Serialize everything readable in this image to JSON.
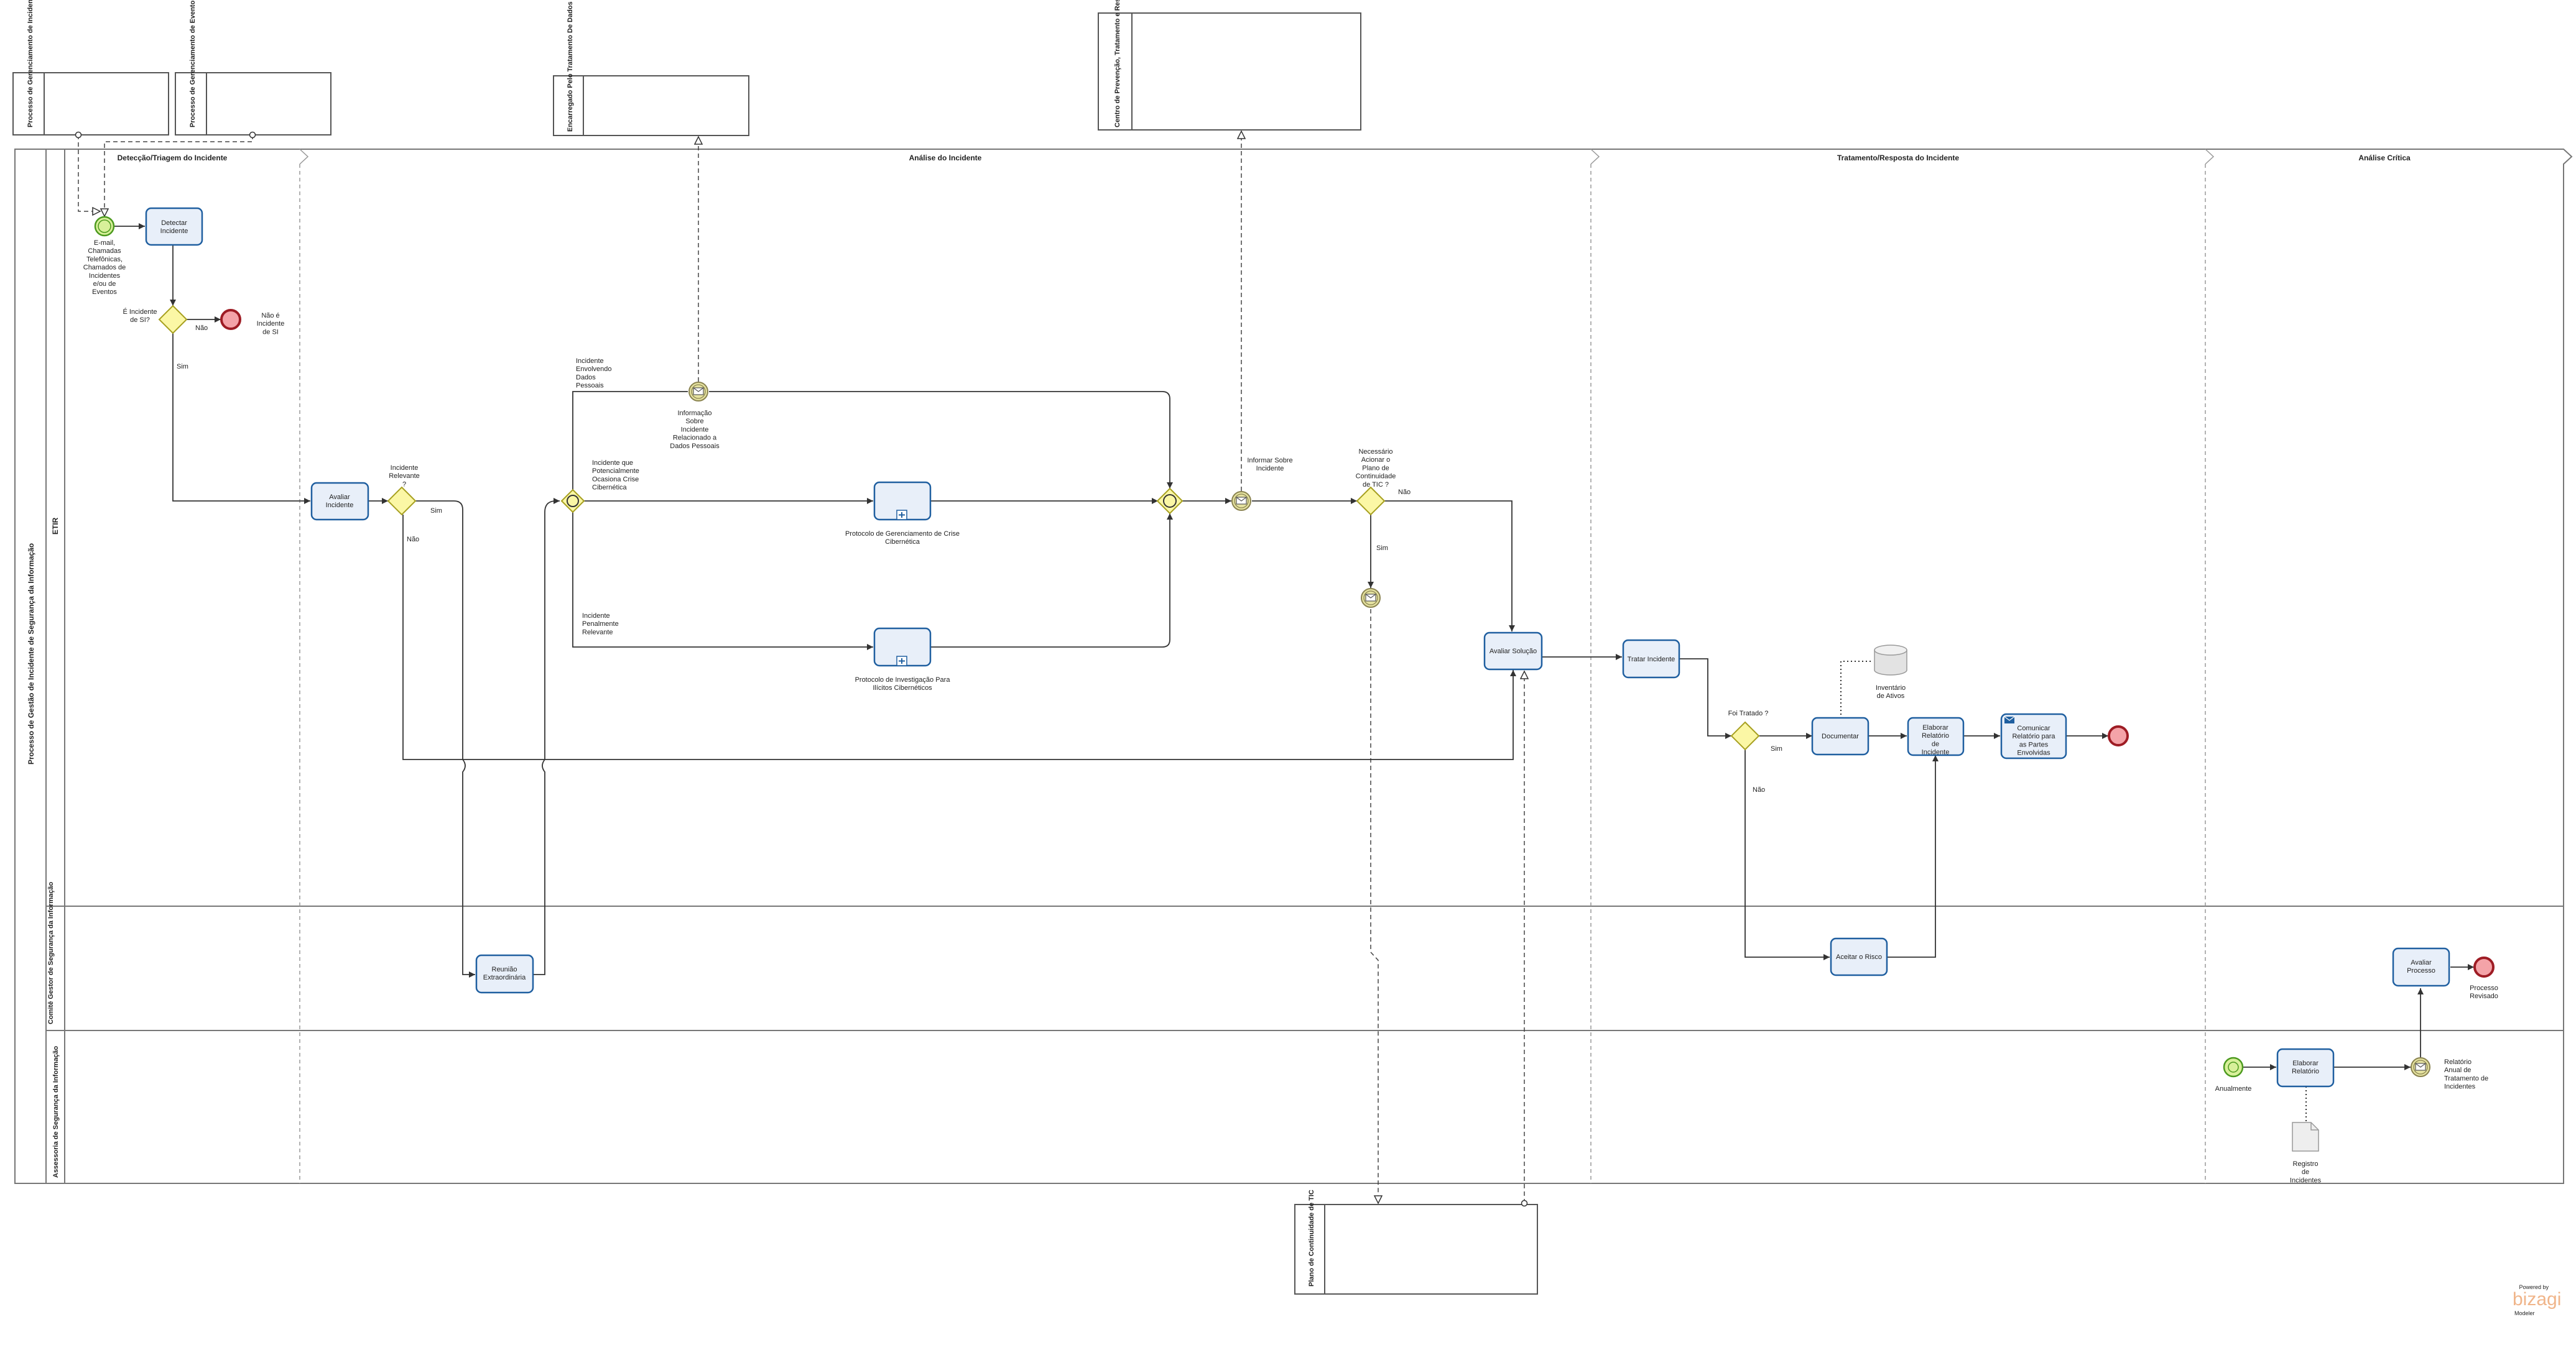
{
  "colors": {
    "task_fill": "#e8eff9",
    "task_stroke": "#1f5fa0",
    "gateway_fill": "#fbf7a5",
    "gateway_stroke": "#a7a020",
    "start_fill": "#d8f09a",
    "start_stroke": "#4c9a1e",
    "end_fill": "#f4a3a8",
    "end_stroke": "#9e1c24",
    "inter_fill": "#e5e2a0",
    "inter_stroke": "#8a8350",
    "line": "#333333",
    "pool_stroke": "#777777"
  },
  "pool": {
    "title": "Processo de Gestão de Incidente de Segurança da Informação",
    "lanes": [
      "ETIR",
      "Comitê Gestor de Segurança da Informação",
      "Assessoria de Segurança da Informação"
    ]
  },
  "phases": [
    "Detecção/Triagem do Incidente",
    "Análise do Incidente",
    "Tratamento/Resposta do Incidente",
    "Análise Crítica"
  ],
  "pools_external": {
    "gerenciamento_incidentes": "Processo de Gerenciamento de Incidentes",
    "gerenciamento_eventos": "Processo de Gerenciamento de Eventos",
    "tratamento_dados": "Encarregado Pelo Tratamento De Dados Pessoais",
    "centro_prevencao": "Centro de Prevenção, Tratamento e Resposta a Incidentes Cibernéticos do Poder Judiciário",
    "plano_continuidade": "Plano de Continuidade de TIC"
  },
  "tasks": {
    "detectar": "Detectar Incidente",
    "avaliar_incidente": "Avaliar Incidente",
    "reuniao": "Reunião Extraordinária",
    "protocolo_crise": "Protocolo de Gerenciamento de Crise Cibernética",
    "protocolo_investigacao": "Protocolo de Investigação Para Ilícitos Cibernéticos",
    "avaliar_solucao": "Avaliar Solução",
    "tratar": "Tratar Incidente",
    "documentar": "Documentar",
    "elaborar_relatorio_incidente": "Elaborar Relatório de Incidente",
    "comunicar": "Comunicar Relatório para as Partes Envolvidas",
    "aceitar_risco": "Aceitar o Risco",
    "avaliar_processo": "Avaliar Processo",
    "elaborar_relatorio": "Elaborar Relatório"
  },
  "labels": {
    "start_email": "E-mail, Chamadas Telefônicas, Chamados de Incidentes e/ou de Eventos",
    "gw_si": "É Incidente de SI?",
    "nao_si": "Não é Incidente de SI",
    "gw_relevante": "Incidente Relevante ?",
    "envolvendo_dados": "Incidente Envolvendo Dados Pessoais",
    "info_sobre": "Informação Sobre Incidente Relacionado a Dados Pessoais",
    "potencialmente": "Incidente que Potencialmente Ocasiona Crise Cibernética",
    "penalmente": "Incidente Penalmente Relevante",
    "informar": "Informar Sobre Incidente",
    "gw_plano": "Necessário Acionar o Plano de Continuidade de TIC ?",
    "gw_tratado": "Foi Tratado ?",
    "inventario": "Inventário de Ativos",
    "anualmente": "Anualmente",
    "relatorio_anual": "Relatório Anual de Tratamento de Incidentes",
    "registro": "Registro de Incidentes",
    "processo_revisado": "Processo Revisado",
    "sim": "Sim",
    "nao": "Não"
  },
  "watermark": {
    "powered": "Powered by",
    "brand": "bizagi",
    "sub": "Modeler"
  }
}
